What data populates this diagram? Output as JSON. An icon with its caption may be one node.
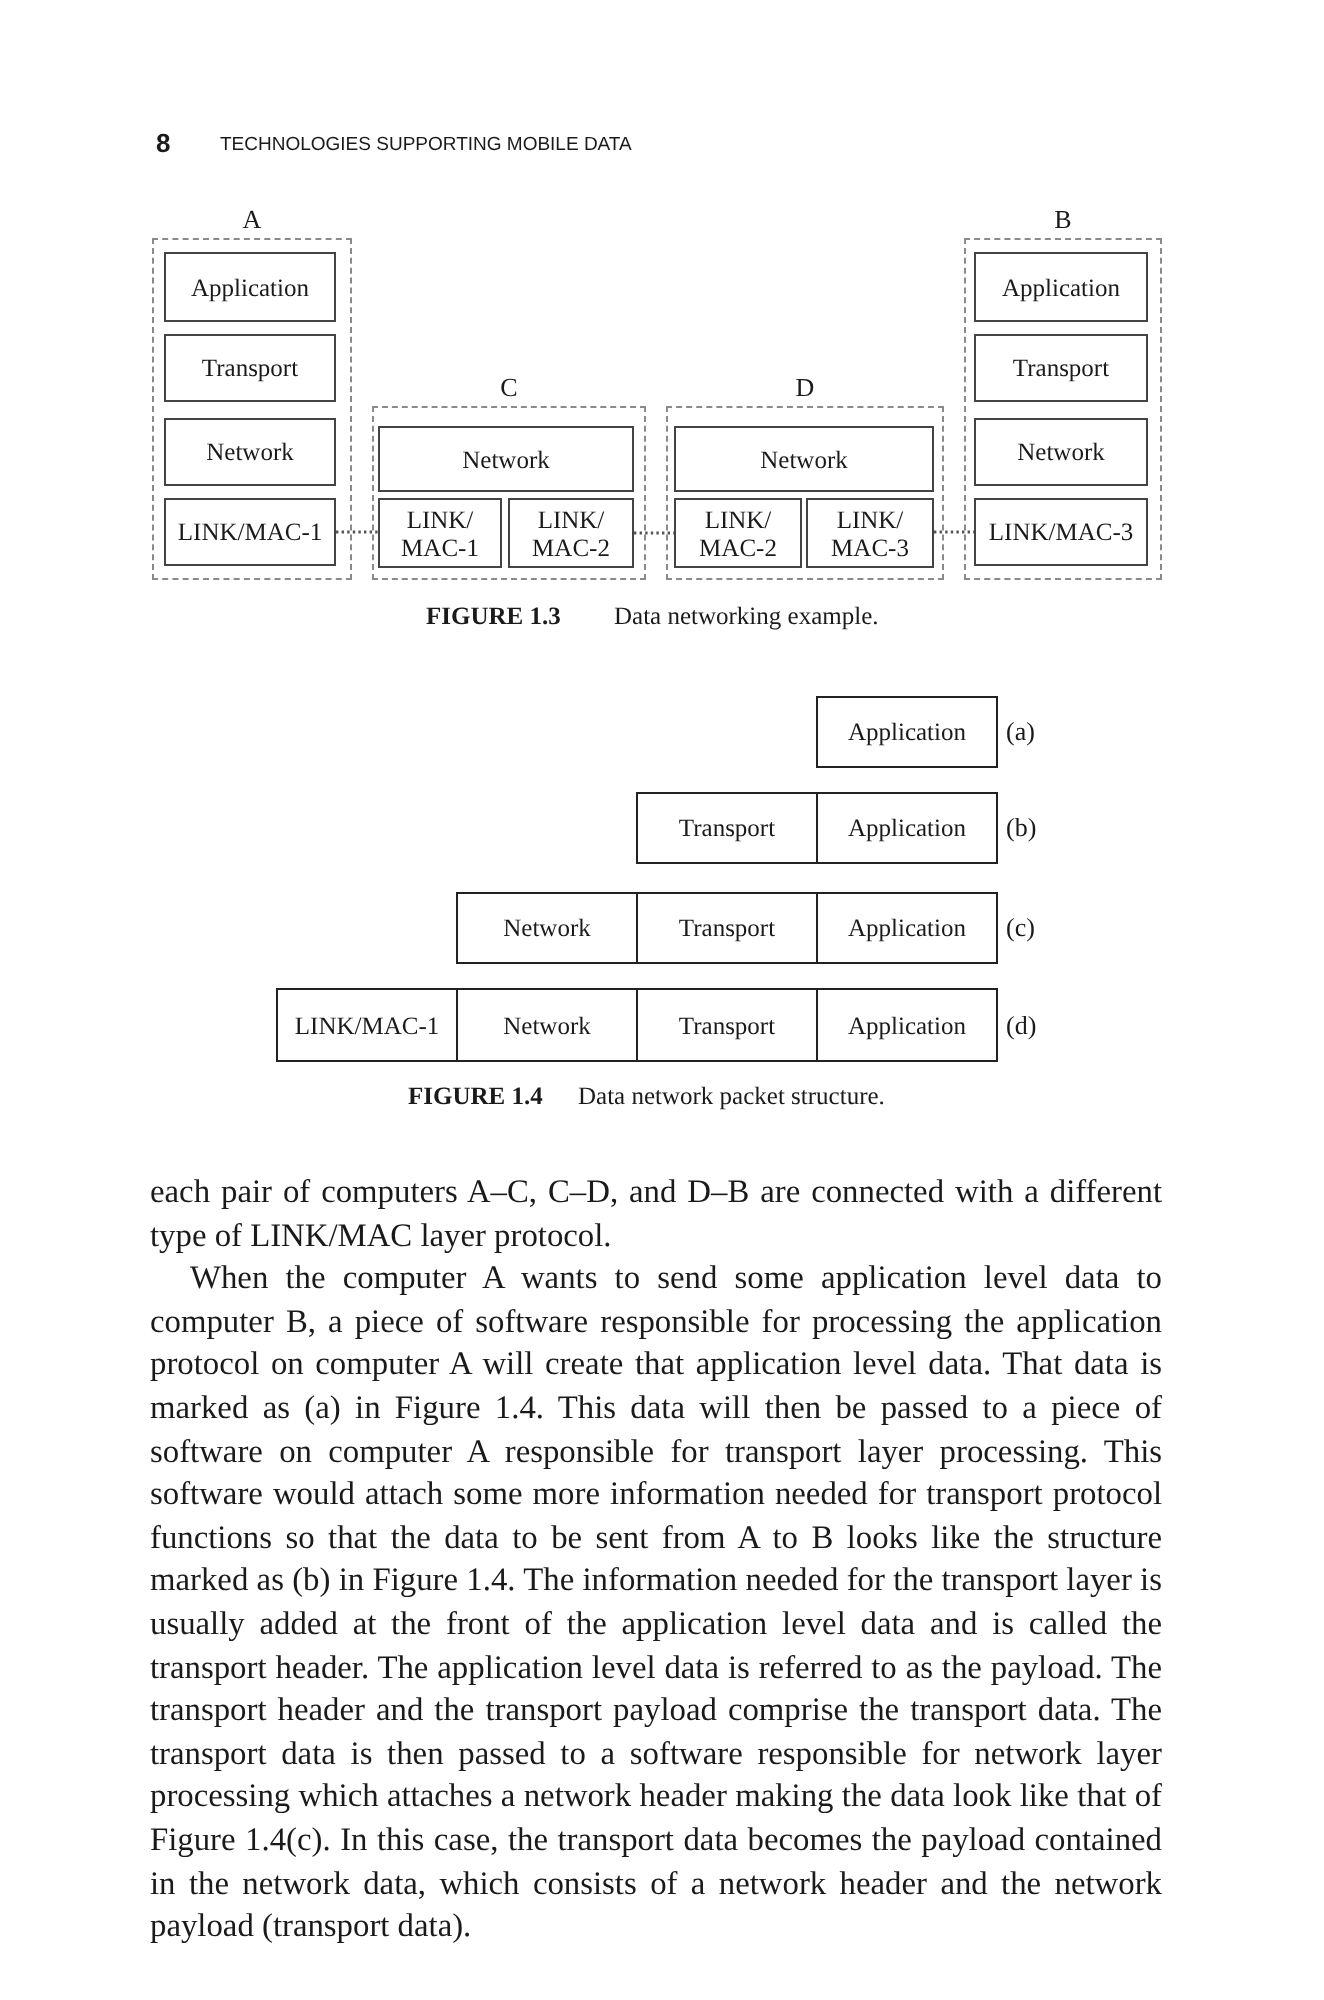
{
  "diagram": {
    "nodes": [
      {
        "text": [
          "A"
        ]
      },
      {
        "text": [
          "Application"
        ],
        "in": 0
      },
      {
        "text": [
          "Transport"
        ],
        "in": 0
      },
      {
        "text": [
          "Network"
        ],
        "in": 0
      },
      {
        "text": [
          "LINK/MAC-1"
        ],
        "in": 0
      },
      {
        "text": [
          "C"
        ]
      },
      {
        "text": [
          "Network"
        ],
        "in": 5
      },
      {
        "text": [
          "LINK/ MAC-1"
        ],
        "in": 5
      },
      {
        "text": [
          "LINK/ MAC-2"
        ],
        "in": 5
      },
      {
        "text": [
          "D"
        ]
      },
      {
        "text": [
          "Network"
        ],
        "in": 9
      },
      {
        "text": [
          "LINK/ MAC-2"
        ],
        "in": 9
      },
      {
        "text": [
          "LINK/ MAC-3"
        ],
        "in": 9
      },
      {
        "text": [
          "B"
        ]
      },
      {
        "text": [
          "Application"
        ],
        "in": 13
      },
      {
        "text": [
          "Transport"
        ],
        "in": 13
      },
      {
        "text": [
          "Network"
        ],
        "in": 13
      },
      {
        "text": [
          "LINK/MAC-3"
        ],
        "in": 13
      },
      {
        "text": [
          "Application"
        ],
        "beside": [
          "(a)"
        ]
      },
      {
        "text": [
          "Transport"
        ]
      },
      {
        "text": [
          "Application"
        ],
        "beside": [
          "(b)"
        ]
      },
      {
        "text": [
          "Network"
        ]
      },
      {
        "text": [
          "Transport"
        ]
      },
      {
        "text": [
          "Application"
        ],
        "beside": [
          "(c)"
        ]
      },
      {
        "text": [
          "LINK/MAC-1"
        ]
      },
      {
        "text": [
          "Network"
        ]
      },
      {
        "text": [
          "Transport"
        ]
      },
      {
        "text": [
          "Application"
        ],
        "beside": [
          "(d)"
        ]
      }
    ],
    "edges": [
      {
        "from": 4,
        "to": 7,
        "arrow": "none",
        "style": "dashed"
      },
      {
        "from": 8,
        "to": 11,
        "arrow": "none",
        "style": "dashed"
      },
      {
        "from": 12,
        "to": 17,
        "arrow": "none",
        "style": "dashed"
      }
    ],
    "labels": [
      "8",
      "TECHNOLOGIES SUPPORTING MOBILE DATA",
      "FIGURE 1.3",
      "Data networking example.",
      "FIGURE 1.4",
      "Data network packet structure.",
      "each pair of computers A–C, C–D, and D–B are connected with a different type of LINK/MAC layer protocol.",
      "When the computer A wants to send some application level data to computer B, a piece of software responsible for processing the application protocol on computer A will create that application level data. That data is marked as (a) in Figure 1.4. This data will then be passed to a piece of software on computer A responsible for transport layer processing. This software would attach some more information needed for transport protocol functions so that the data to be sent from A to B looks like the structure marked as (b) in Figure 1.4. The information needed for the transport layer is usually added at the front of the application level data and is called the transport header. The application level data is referred to as the payload. The transport header and the transport payload comprise the transport data. The transport data is then passed to a software responsible for network layer processing which attaches a network header making the data look like that of Figure 1.4(c). In this case, the transport data becomes the payload contained in the network data, which consists of a network header and the network payload (transport data)."
    ]
  }
}
